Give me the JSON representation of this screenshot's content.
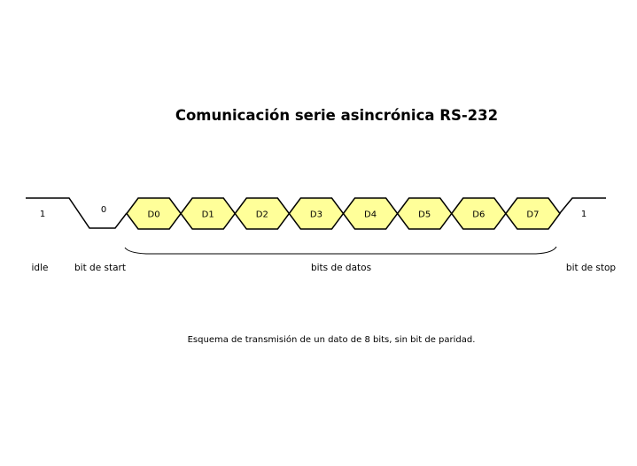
{
  "title": "Comunicación  serie asincrónica  RS-232",
  "signal": {
    "idle_value": "1",
    "start_value": "0",
    "stop_value": "1",
    "data_bits": [
      "D0",
      "D1",
      "D2",
      "D3",
      "D4",
      "D5",
      "D6",
      "D7"
    ],
    "fill_color": "#ffff99"
  },
  "labels": {
    "idle": "idle",
    "start": "bit de start",
    "data": "bits de datos",
    "stop": "bit de stop"
  },
  "caption": "Esquema de transmisión de un dato de 8 bits, sin bit de paridad."
}
